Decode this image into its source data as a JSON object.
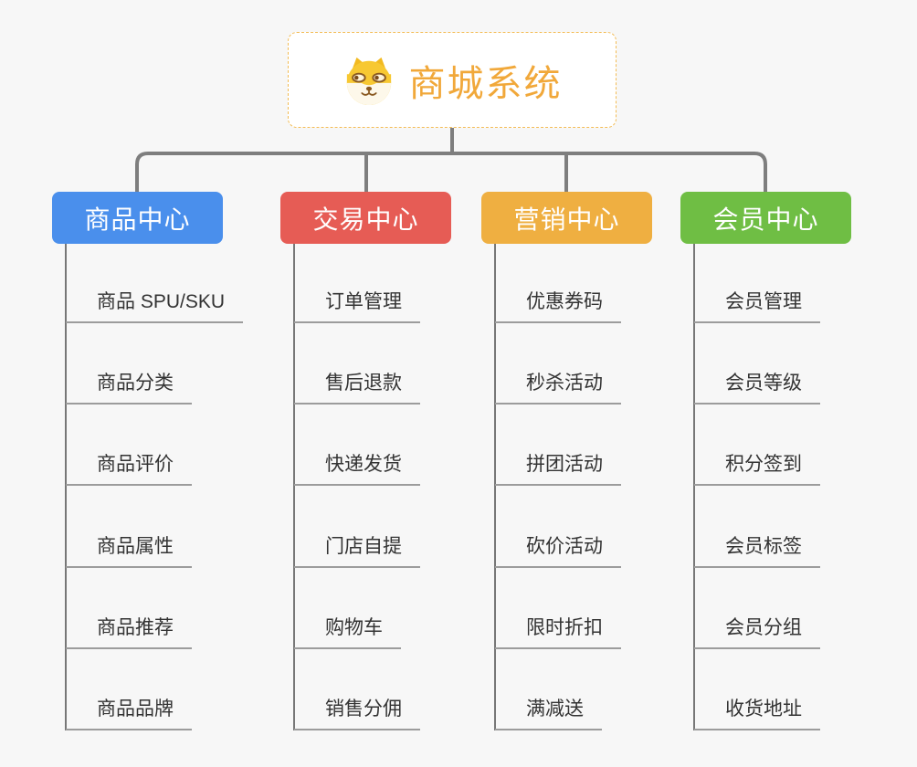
{
  "root": {
    "title": "商城系统",
    "icon": "dog-icon"
  },
  "branches": [
    {
      "label": "商品中心",
      "color": "#4a8fec",
      "children": [
        "商品 SPU/SKU",
        "商品分类",
        "商品评价",
        "商品属性",
        "商品推荐",
        "商品品牌"
      ]
    },
    {
      "label": "交易中心",
      "color": "#e65c55",
      "children": [
        "订单管理",
        "售后退款",
        "快递发货",
        "门店自提",
        "购物车",
        "销售分佣"
      ]
    },
    {
      "label": "营销中心",
      "color": "#efaf41",
      "children": [
        "优惠券码",
        "秒杀活动",
        "拼团活动",
        "砍价活动",
        "限时折扣",
        "满减送"
      ]
    },
    {
      "label": "会员中心",
      "color": "#6fbe44",
      "children": [
        "会员管理",
        "会员等级",
        "积分签到",
        "会员标签",
        "会员分组",
        "收货地址"
      ]
    }
  ],
  "colors": {
    "background": "#f7f7f7",
    "root_border": "#f3bc55",
    "root_text": "#f1a83a",
    "connector": "#7e7e7e",
    "spine": "#777777",
    "underline": "#9c9c9c",
    "leaf_text": "#333333"
  }
}
